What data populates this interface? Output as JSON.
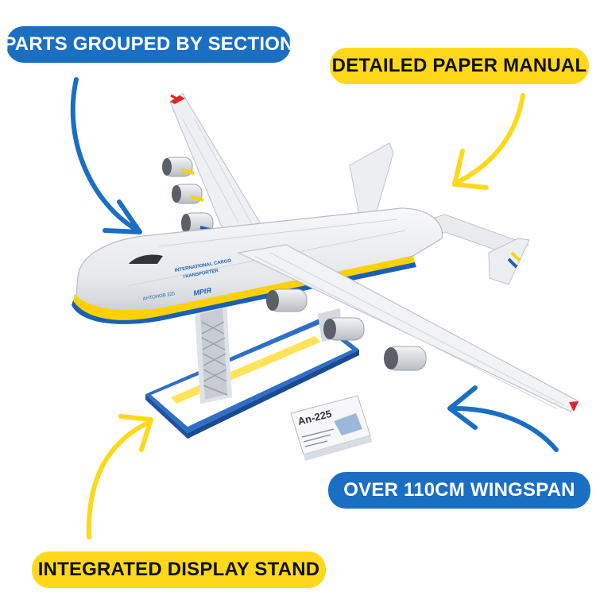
{
  "theme": {
    "blue": "#1a6fc2",
    "yellow": "#ffd919",
    "fuselage_stripe_yellow": "#ffd100",
    "fuselage_stripe_blue": "#1b5fb5",
    "nose_red": "#e0262c"
  },
  "callouts": {
    "parts": {
      "label": "PARTS GROUPED BY SECTION",
      "color": "blue",
      "arrow": "arrow-down-right"
    },
    "manual": {
      "label": "DETAILED PAPER MANUAL",
      "color": "yellow",
      "arrow": "arrow-down-left"
    },
    "wingspan": {
      "label": "OVER 110CM WINGSPAN",
      "color": "blue",
      "arrow": "arrow-up-left"
    },
    "stand": {
      "label": "INTEGRATED DISPLAY STAND",
      "color": "yellow",
      "arrow": "arrow-up-right"
    }
  },
  "model": {
    "fuselage_text_1": "INTERNATIONAL CARGO",
    "fuselage_text_2": "TRANSPORTER",
    "side_name": "МРІЯ",
    "small_name": "АНТОНОВ 225",
    "booklet_title": "An-225"
  }
}
